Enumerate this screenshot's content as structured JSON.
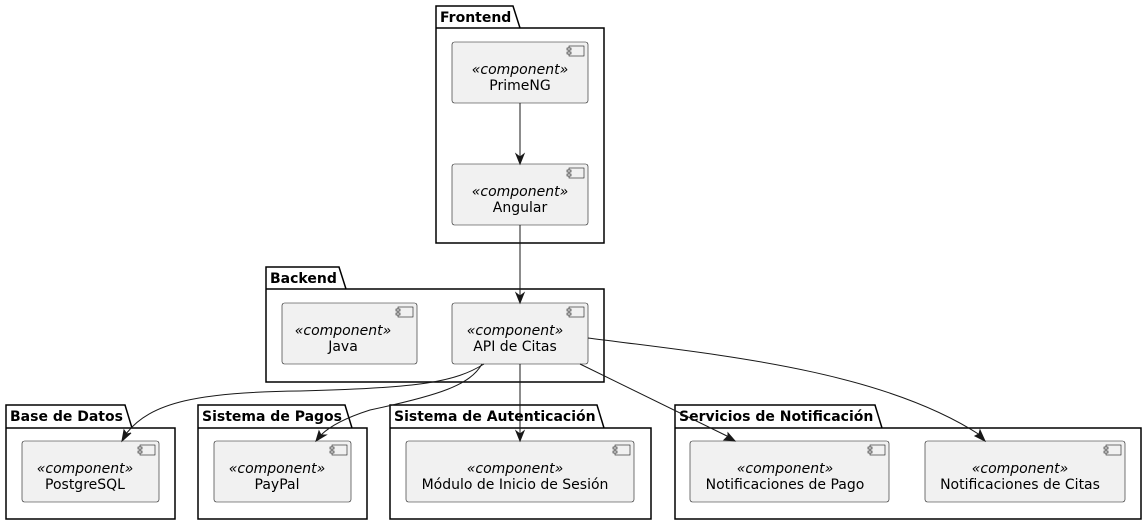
{
  "diagram": {
    "packages": {
      "frontend": "Frontend",
      "backend": "Backend",
      "database": "Base de Datos",
      "payments": "Sistema de Pagos",
      "auth": "Sistema de Autenticación",
      "notifications": "Servicios de Notificación"
    },
    "stereotype": "«component»",
    "components": {
      "primeng": "PrimeNG",
      "angular": "Angular",
      "java": "Java",
      "api_citas": "API de Citas",
      "postgresql": "PostgreSQL",
      "paypal": "PayPal",
      "modulo_sesion": "Módulo de Inicio de Sesión",
      "notif_pago": "Notificaciones de Pago",
      "notif_citas": "Notificaciones de Citas"
    },
    "relations": [
      {
        "from": "primeng",
        "to": "angular"
      },
      {
        "from": "angular",
        "to": "api_citas"
      },
      {
        "from": "api_citas",
        "to": "postgresql"
      },
      {
        "from": "api_citas",
        "to": "paypal"
      },
      {
        "from": "api_citas",
        "to": "modulo_sesion"
      },
      {
        "from": "api_citas",
        "to": "notif_pago"
      },
      {
        "from": "api_citas",
        "to": "notif_citas"
      }
    ]
  }
}
